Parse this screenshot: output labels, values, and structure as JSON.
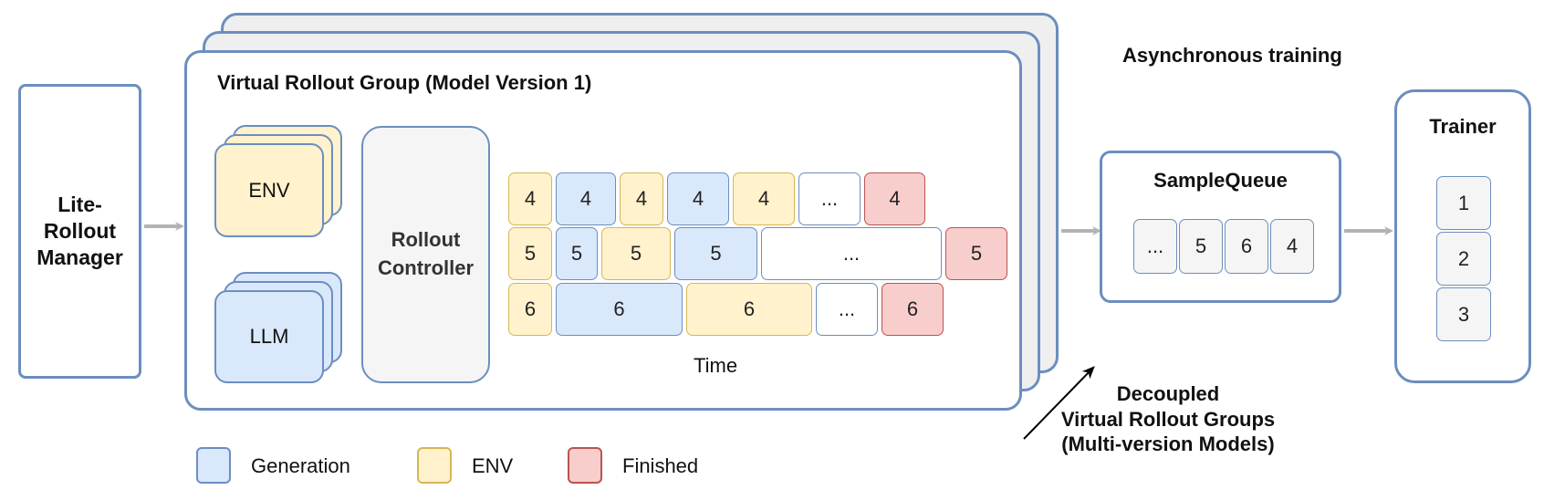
{
  "manager": {
    "label": "Lite-\nRollout\nManager"
  },
  "group": {
    "title": "Virtual Rollout Group (Model Version 1)",
    "env_label": "ENV",
    "llm_label": "LLM",
    "controller_label": "Rollout\nController",
    "time_label": "Time",
    "rows": [
      [
        {
          "t": "env",
          "v": "4"
        },
        {
          "t": "gen",
          "v": "4"
        },
        {
          "t": "env",
          "v": "4"
        },
        {
          "t": "gen",
          "v": "4"
        },
        {
          "t": "env",
          "v": "4"
        },
        {
          "t": "dots",
          "v": "..."
        },
        {
          "t": "fin",
          "v": "4"
        }
      ],
      [
        {
          "t": "env",
          "v": "5"
        },
        {
          "t": "gen",
          "v": "5"
        },
        {
          "t": "env",
          "v": "5"
        },
        {
          "t": "gen",
          "v": "5"
        },
        {
          "t": "dots",
          "v": "..."
        },
        {
          "t": "fin",
          "v": "5"
        }
      ],
      [
        {
          "t": "env",
          "v": "6"
        },
        {
          "t": "gen",
          "v": "6"
        },
        {
          "t": "env",
          "v": "6"
        },
        {
          "t": "dots",
          "v": "..."
        },
        {
          "t": "fin",
          "v": "6"
        }
      ]
    ]
  },
  "async_label": "Asynchronous training",
  "queue": {
    "title": "SampleQueue",
    "items": [
      "...",
      "5",
      "6",
      "4"
    ]
  },
  "trainer": {
    "title": "Trainer",
    "items": [
      "1",
      "2",
      "3"
    ]
  },
  "decoupled_label": "Decoupled\nVirtual Rollout Groups\n(Multi-version Models)",
  "legend": [
    {
      "name": "Generation",
      "color": "#dae8fc"
    },
    {
      "name": "ENV",
      "color": "#fff2cc"
    },
    {
      "name": "Finished",
      "color": "#f8cecc"
    }
  ],
  "colors": {
    "border": "#6c8ebf",
    "arrow": "#b3b3b3",
    "generation": "#dae8fc",
    "env": "#fff2cc",
    "finished": "#f8cecc",
    "neutral": "#f5f5f5"
  }
}
